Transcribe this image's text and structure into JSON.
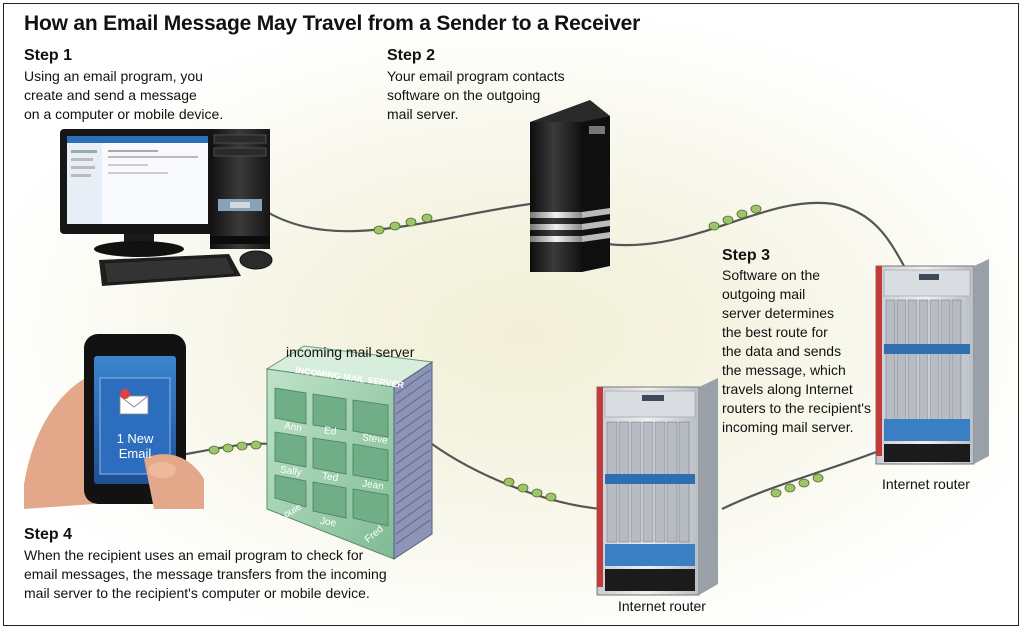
{
  "title": "How an Email Message May Travel from a Sender to a Receiver",
  "steps": [
    {
      "heading": "Step 1",
      "lines": [
        "Using an email program, you",
        "create and send a message",
        "on a computer or mobile device."
      ]
    },
    {
      "heading": "Step 2",
      "lines": [
        "Your email program contacts",
        "software on the outgoing",
        "mail server."
      ]
    },
    {
      "heading": "Step 3",
      "lines": [
        "Software on the",
        "outgoing mail",
        "server determines",
        "the best route for",
        "the data and sends",
        "the message, which",
        "travels along Internet",
        "routers to the recipient's",
        "incoming mail server."
      ]
    },
    {
      "heading": "Step 4",
      "lines": [
        "When the recipient uses an email program to check for",
        "email messages, the message transfers from the incoming",
        "mail server to the recipient's computer or mobile device."
      ]
    }
  ],
  "captions": {
    "incoming_server": "incoming mail server",
    "router_left": "Internet router",
    "router_right": "Internet router"
  },
  "mailbox": {
    "header": "INCOMING MAIL SERVER",
    "names": [
      "Ann",
      "Ed",
      "Steve",
      "Sally",
      "Ted",
      "Jean",
      "Louie",
      "Joe",
      "Fred"
    ]
  },
  "phone": {
    "line1": "1 New",
    "line2": "Email"
  },
  "colors": {
    "cable": "#555555",
    "bead": "#9fc46a",
    "screen_blue": "#2c6fb8",
    "mailbox_green": "#9fd0ae"
  }
}
